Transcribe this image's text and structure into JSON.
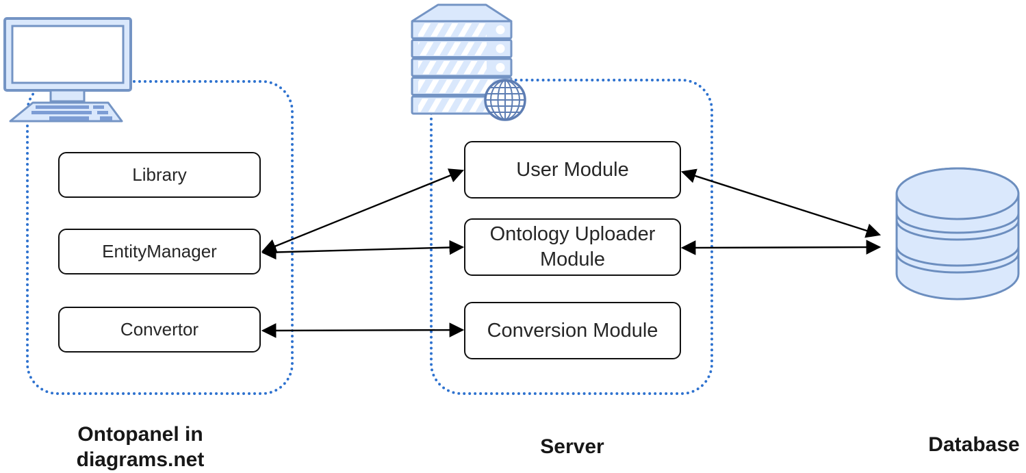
{
  "figure": {
    "type": "architecture-diagram",
    "background": "#ffffff"
  },
  "colors": {
    "container_dotted_border": "#2e72cf",
    "box_border": "#0f0f0f",
    "box_fill": "#ffffff",
    "arrow": "#000000",
    "icon_fill": "#dae8fc",
    "icon_stroke": "#7494c4",
    "database_stroke": "#6c8ebf"
  },
  "groups": {
    "ontopanel": {
      "label": "Ontopanel in diagrams.net",
      "icon": "computer-icon",
      "boxes": {
        "library": "Library",
        "entity_manager": "EntityManager",
        "convertor": "Convertor"
      }
    },
    "server": {
      "label": "Server",
      "icon": "server-globe-icon",
      "boxes": {
        "user_module": "User Module",
        "ontology_uploader": "Ontology Uploader Module",
        "conversion_module": "Conversion Module"
      }
    },
    "database": {
      "label": "Database",
      "icon": "database-cylinder-icon"
    }
  },
  "connections": [
    {
      "from": "EntityManager",
      "to": "User Module",
      "direction": "bidirectional"
    },
    {
      "from": "EntityManager",
      "to": "Ontology Uploader Module",
      "direction": "bidirectional"
    },
    {
      "from": "Convertor",
      "to": "Conversion Module",
      "direction": "bidirectional"
    },
    {
      "from": "User Module",
      "to": "Database",
      "direction": "bidirectional"
    },
    {
      "from": "Ontology Uploader Module",
      "to": "Database",
      "direction": "bidirectional"
    }
  ]
}
